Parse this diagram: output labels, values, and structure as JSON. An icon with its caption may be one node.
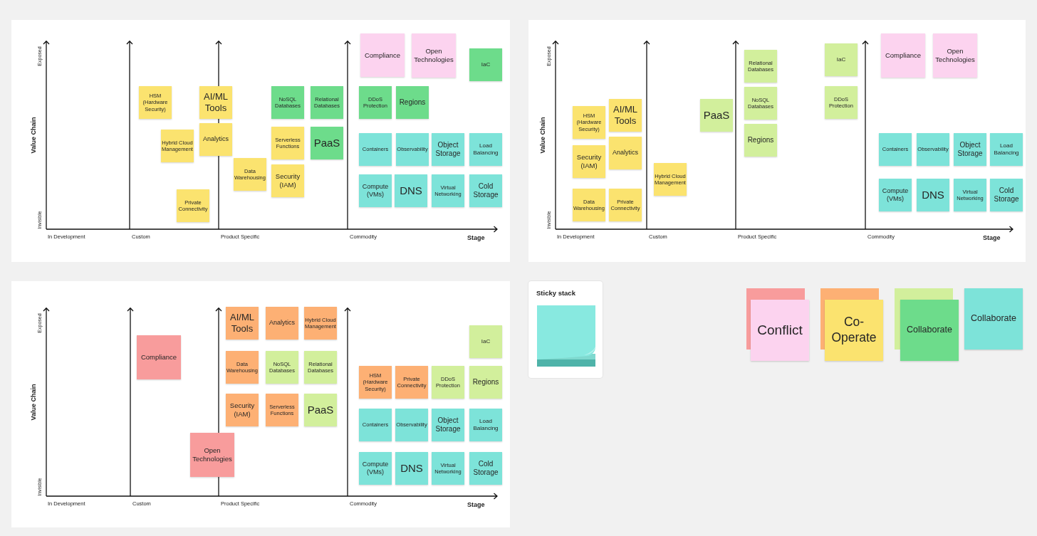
{
  "diagram": {
    "nodes": [
      {
        "text": [
          "Value Chain",
          "Exposed",
          "Invisible",
          "In Development",
          "Custom",
          "Product Specific",
          "Commodity",
          "Stage"
        ]
      },
      {
        "text": [
          "Compliance"
        ],
        "in": 0
      },
      {
        "text": [
          "Open Technologies"
        ],
        "in": 0
      },
      {
        "text": [
          "IaC"
        ],
        "in": 0
      },
      {
        "text": [
          "HSM (Hardware Security)"
        ],
        "in": 0
      },
      {
        "text": [
          "AI/ML Tools"
        ],
        "in": 0
      },
      {
        "text": [
          "NoSQL Databases"
        ],
        "in": 0
      },
      {
        "text": [
          "Relational Databases"
        ],
        "in": 0
      },
      {
        "text": [
          "DDoS Protection"
        ],
        "in": 0
      },
      {
        "text": [
          "Regions"
        ],
        "in": 0
      },
      {
        "text": [
          "Analytics"
        ],
        "in": 0
      },
      {
        "text": [
          "Serverless Functions"
        ],
        "in": 0
      },
      {
        "text": [
          "PaaS"
        ],
        "in": 0
      },
      {
        "text": [
          "Hybrid Cloud Management"
        ],
        "in": 0
      },
      {
        "text": [
          "Containers"
        ],
        "in": 0
      },
      {
        "text": [
          "Observability"
        ],
        "in": 0
      },
      {
        "text": [
          "Object Storage"
        ],
        "in": 0
      },
      {
        "text": [
          "Load Balancing"
        ],
        "in": 0
      },
      {
        "text": [
          "Data Warehousing"
        ],
        "in": 0
      },
      {
        "text": [
          "Security (IAM)"
        ],
        "in": 0
      },
      {
        "text": [
          "Compute (VMs)"
        ],
        "in": 0
      },
      {
        "text": [
          "DNS"
        ],
        "in": 0
      },
      {
        "text": [
          "Virtual Networking"
        ],
        "in": 0
      },
      {
        "text": [
          "Cold Storage"
        ],
        "in": 0
      },
      {
        "text": [
          "Private Connectivity"
        ],
        "in": 0
      },
      {
        "text": [
          "Value Chain",
          "Exposed",
          "Invisible",
          "In Development",
          "Custom",
          "Product Specific",
          "Commodity",
          "Stage"
        ]
      },
      {
        "text": [
          "Compliance"
        ],
        "in": 25
      },
      {
        "text": [
          "Open Technologies"
        ],
        "in": 25
      },
      {
        "text": [
          "IaC"
        ],
        "in": 25
      },
      {
        "text": [
          "Relational Databases"
        ],
        "in": 25
      },
      {
        "text": [
          "NoSQL Databases"
        ],
        "in": 25
      },
      {
        "text": [
          "DDoS Protection"
        ],
        "in": 25
      },
      {
        "text": [
          "AI/ML Tools"
        ],
        "in": 25
      },
      {
        "text": [
          "PaaS"
        ],
        "in": 25
      },
      {
        "text": [
          "HSM (Hardware Security)"
        ],
        "in": 25
      },
      {
        "text": [
          "Regions"
        ],
        "in": 25
      },
      {
        "text": [
          "Analytics"
        ],
        "in": 25
      },
      {
        "text": [
          "Containers"
        ],
        "in": 25
      },
      {
        "text": [
          "Observability"
        ],
        "in": 25
      },
      {
        "text": [
          "Object Storage"
        ],
        "in": 25
      },
      {
        "text": [
          "Load Balancing"
        ],
        "in": 25
      },
      {
        "text": [
          "Security (IAM)"
        ],
        "in": 25
      },
      {
        "text": [
          "Hybrid Cloud Management"
        ],
        "in": 25
      },
      {
        "text": [
          "Compute (VMs)"
        ],
        "in": 25
      },
      {
        "text": [
          "DNS"
        ],
        "in": 25
      },
      {
        "text": [
          "Virtual Networking"
        ],
        "in": 25
      },
      {
        "text": [
          "Cold Storage"
        ],
        "in": 25
      },
      {
        "text": [
          "Data Warehousing"
        ],
        "in": 25
      },
      {
        "text": [
          "Private Connectivity"
        ],
        "in": 25
      },
      {
        "text": [
          "Value Chain",
          "Exposed",
          "Invisible",
          "In Development",
          "Custom",
          "Product Specific",
          "Commodity",
          "Stage"
        ]
      },
      {
        "text": [
          "AI/ML Tools"
        ],
        "in": 49
      },
      {
        "text": [
          "Analytics"
        ],
        "in": 49
      },
      {
        "text": [
          "Hybrid Cloud Management"
        ],
        "in": 49
      },
      {
        "text": [
          "IaC"
        ],
        "in": 49
      },
      {
        "text": [
          "Compliance"
        ],
        "in": 49
      },
      {
        "text": [
          "Data Warehousing"
        ],
        "in": 49
      },
      {
        "text": [
          "NoSQL Databases"
        ],
        "in": 49
      },
      {
        "text": [
          "Relational Databases"
        ],
        "in": 49
      },
      {
        "text": [
          "HSM (Hardware Security)"
        ],
        "in": 49
      },
      {
        "text": [
          "Private Connectivity"
        ],
        "in": 49
      },
      {
        "text": [
          "DDoS Protection"
        ],
        "in": 49
      },
      {
        "text": [
          "Regions"
        ],
        "in": 49
      },
      {
        "text": [
          "Security (IAM)"
        ],
        "in": 49
      },
      {
        "text": [
          "Serverless Functions"
        ],
        "in": 49
      },
      {
        "text": [
          "PaaS"
        ],
        "in": 49
      },
      {
        "text": [
          "Containers"
        ],
        "in": 49
      },
      {
        "text": [
          "Observability"
        ],
        "in": 49
      },
      {
        "text": [
          "Object Storage"
        ],
        "in": 49
      },
      {
        "text": [
          "Load Balancing"
        ],
        "in": 49
      },
      {
        "text": [
          "Open Technologies"
        ],
        "in": 49
      },
      {
        "text": [
          "Compute (VMs)"
        ],
        "in": 49
      },
      {
        "text": [
          "DNS"
        ],
        "in": 49
      },
      {
        "text": [
          "Virtual Networking"
        ],
        "in": 49
      },
      {
        "text": [
          "Cold Storage"
        ],
        "in": 49
      },
      {
        "text": [
          "Sticky stack"
        ]
      },
      {
        "text": [],
        "shape": "box"
      },
      {
        "text": [],
        "shape": "box"
      },
      {
        "text": [],
        "shape": "box"
      },
      {
        "text": [
          "Collaborate"
        ]
      },
      {
        "text": [
          "Conflict"
        ]
      },
      {
        "text": [
          "Co-Operate"
        ]
      },
      {
        "text": [
          "Collaborate"
        ]
      }
    ]
  }
}
